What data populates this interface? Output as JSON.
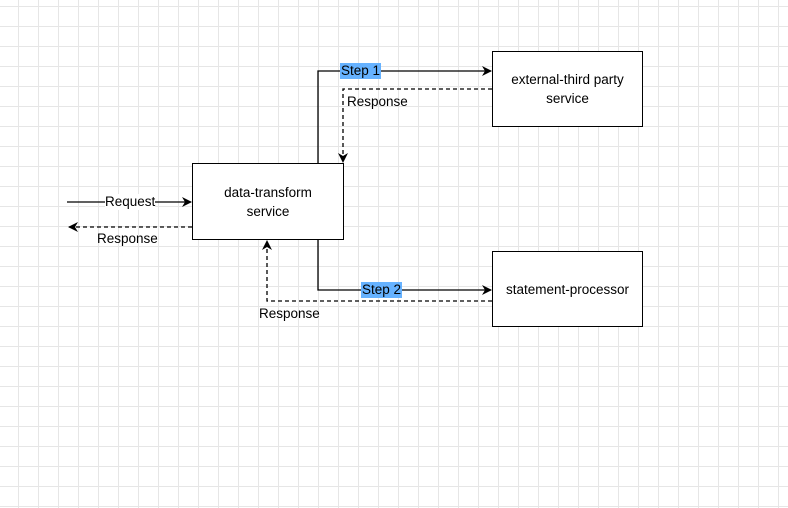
{
  "diagram": {
    "nodes": {
      "transform": "data-transform\nservice",
      "external": "external-third party\nservice",
      "statement": "statement-processor"
    },
    "labels": {
      "request": "Request",
      "response_left": "Response",
      "step1": "Step 1",
      "response_top": "Response",
      "step2": "Step 2",
      "response_bottom": "Response"
    },
    "colors": {
      "line": "#000000",
      "step_highlight": "#66b2ff",
      "grid": "#e6e6e6"
    }
  }
}
